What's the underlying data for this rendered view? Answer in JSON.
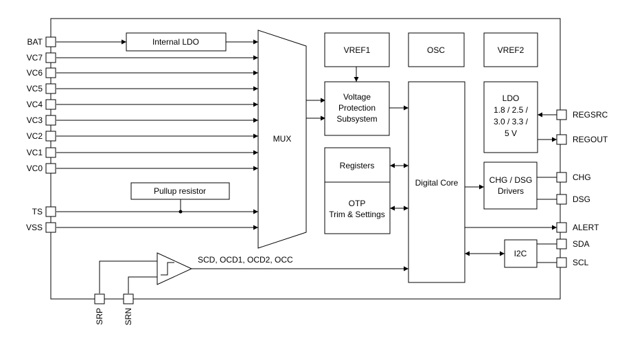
{
  "blocks": {
    "internal_ldo": "Internal LDO",
    "mux": "MUX",
    "vref1": "VREF1",
    "osc": "OSC",
    "vref2": "VREF2",
    "vps": [
      "Voltage",
      "Protection",
      "Subsystem"
    ],
    "ldo": [
      "LDO",
      "1.8 / 2.5 /",
      "3.0 / 3.3 /",
      "5 V"
    ],
    "registers": "Registers",
    "otp": [
      "OTP",
      "Trim & Settings"
    ],
    "digital_core": "Digital Core",
    "chg_dsg": [
      "CHG / DSG",
      "Drivers"
    ],
    "i2c": "I2C",
    "pullup": "Pullup resistor",
    "comparator_outputs": "SCD, OCD1, OCD2, OCC"
  },
  "pins": {
    "left": [
      "BAT",
      "VC7",
      "VC6",
      "VC5",
      "VC4",
      "VC3",
      "VC2",
      "VC1",
      "VC0",
      "TS",
      "VSS"
    ],
    "right": [
      "REGSRC",
      "REGOUT",
      "CHG",
      "DSG",
      "ALERT",
      "SDA",
      "SCL"
    ],
    "bottom": [
      "SRP",
      "SRN"
    ]
  }
}
